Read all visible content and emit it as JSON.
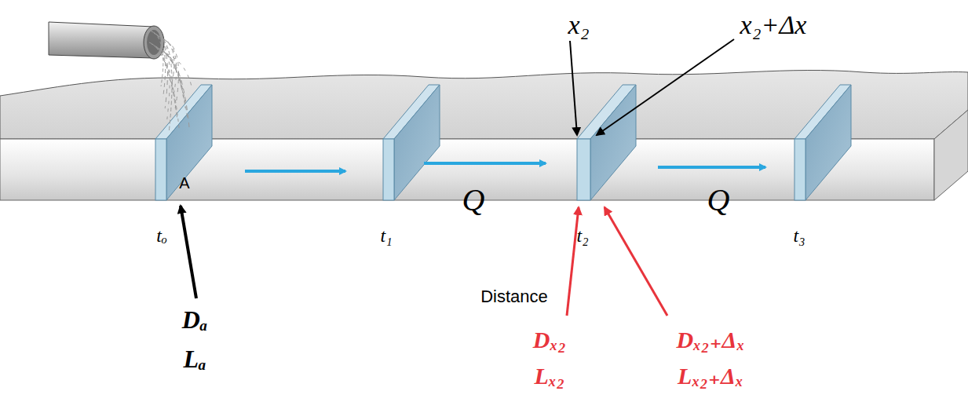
{
  "diagram": {
    "labels": [
      "x₂",
      "x₂+Δx",
      "A",
      "Q",
      "Q",
      "tₒ",
      "t₁",
      "t₂",
      "t₃",
      "Distance",
      "Dₐ",
      "Lₐ",
      "Dₓ₂",
      "Lₓ₂",
      "Dₓ₂₊Δₓ",
      "Lₓ₂₊Δₓ"
    ]
  }
}
